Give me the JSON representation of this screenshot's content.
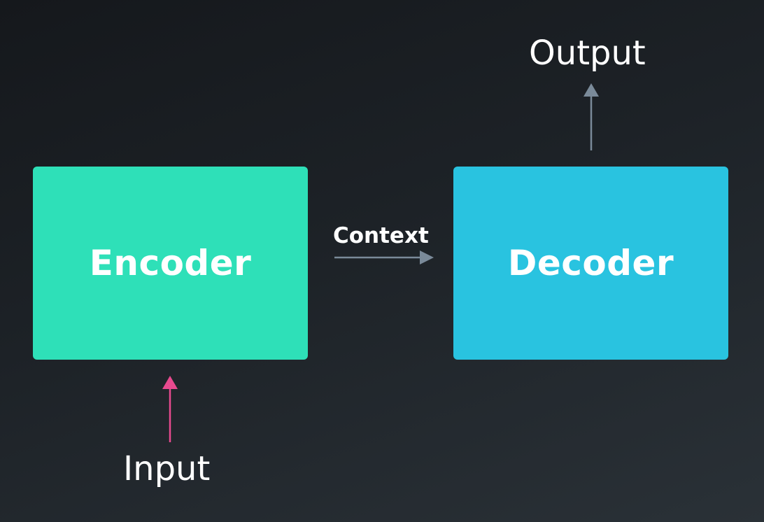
{
  "diagram": {
    "encoder": {
      "label": "Encoder",
      "color": "#2ee0b8"
    },
    "decoder": {
      "label": "Decoder",
      "color": "#29c3e0"
    },
    "context": {
      "label": "Context",
      "arrow_color": "#7a8a99"
    },
    "input": {
      "label": "Input",
      "arrow_color": "#e84a8f"
    },
    "output": {
      "label": "Output",
      "arrow_color": "#7a8a99"
    }
  }
}
